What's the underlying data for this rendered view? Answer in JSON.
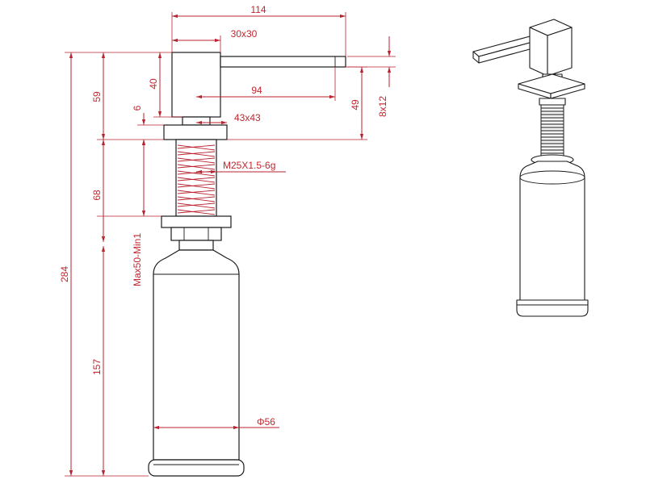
{
  "drawing": {
    "dimensions": {
      "total_height": "284",
      "head_to_mount": "59",
      "head_height": "40",
      "flange_thickness": "6",
      "spout_width": "114",
      "head_section": "30x30",
      "spout_length": "94",
      "spout_drop": "49",
      "spout_section": "8x12",
      "flange_size": "43x43",
      "thread_spec": "M25X1.5-6g",
      "thread_length": "68",
      "mount_thickness": "Max50-Min1",
      "bottle_height": "157",
      "bottle_diameter": "Φ56"
    }
  },
  "colors": {
    "dimension": "#c0262f",
    "outline": "#1a1a1a",
    "background": "#ffffff"
  }
}
